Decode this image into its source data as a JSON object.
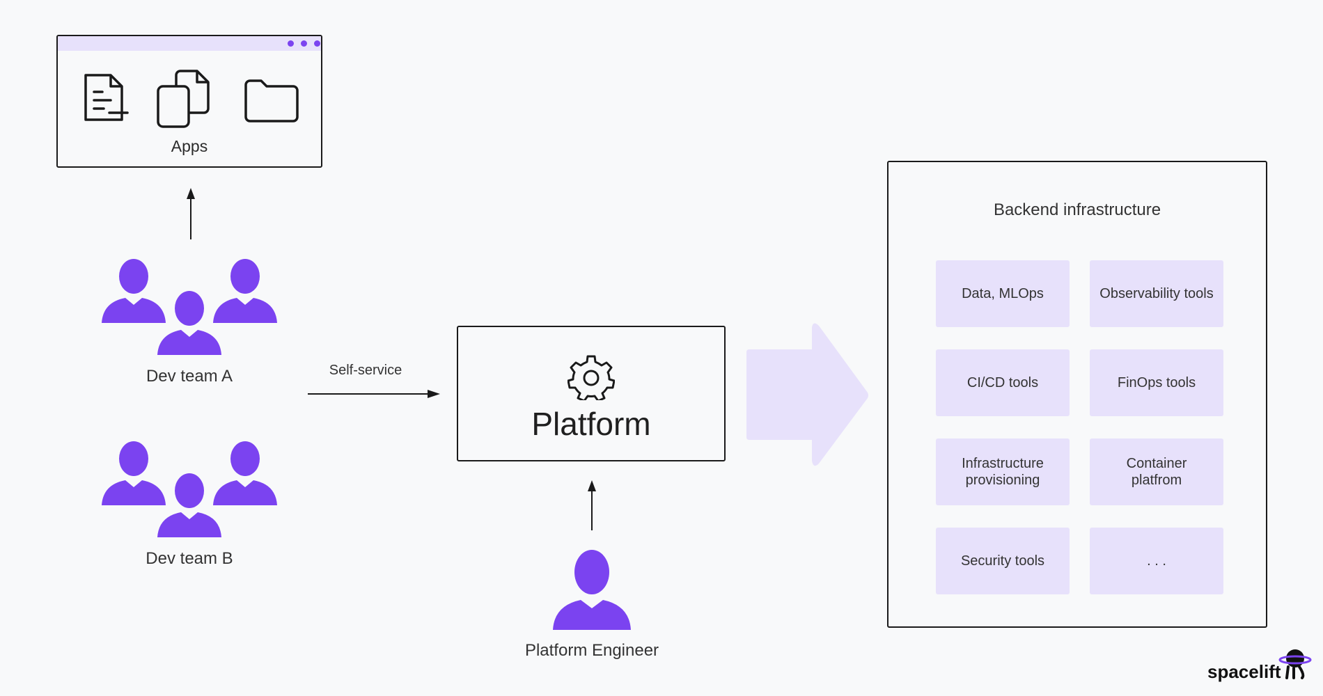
{
  "apps": {
    "label": "Apps"
  },
  "teams": [
    {
      "label": "Dev team A"
    },
    {
      "label": "Dev team B"
    }
  ],
  "self_service": {
    "label": "Self-service"
  },
  "platform": {
    "title": "Platform"
  },
  "engineer": {
    "label": "Platform Engineer"
  },
  "backend": {
    "title": "Backend infrastructure",
    "tiles": [
      "Data, MLOps",
      "Observability tools",
      "CI/CD tools",
      "FinOps tools",
      "Infrastructure provisioning",
      "Container platfrom",
      "Security tools",
      ". . ."
    ]
  },
  "brand": {
    "name": "spacelift"
  },
  "colors": {
    "accent": "#7b43f0",
    "tile": "#e7e1fb",
    "border": "#1a1a1a"
  }
}
